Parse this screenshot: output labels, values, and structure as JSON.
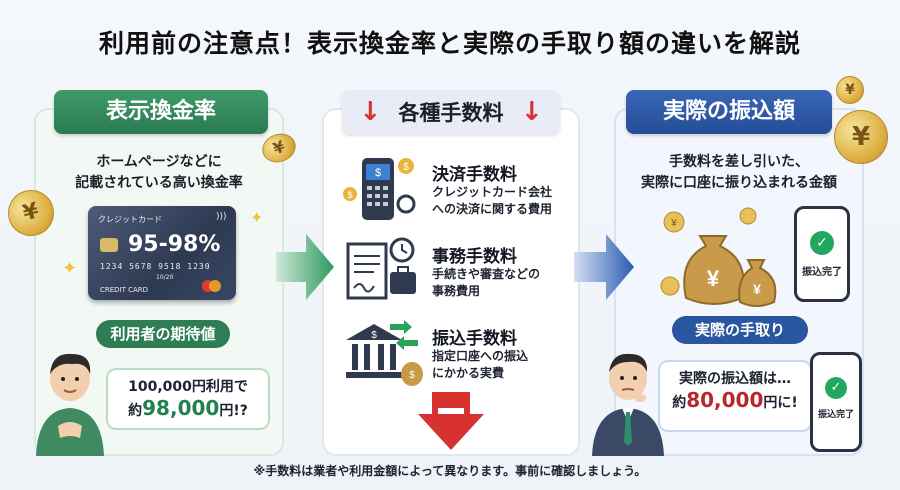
{
  "title": "利用前の注意点！表示換金率と実際の手取り額の違いを解説",
  "left": {
    "header": "表示換金率",
    "description_line1": "ホームページなどに",
    "description_line2": "記載されている高い換金率",
    "card": {
      "label": "クレジットカード",
      "rate": "95-98%",
      "number": "1234  5678  9518  1230",
      "expiry": "10/20",
      "brand_text": "CREDIT CARD"
    },
    "pill": "利用者の期待値",
    "bubble_line1": "100,000円利用で",
    "bubble_prefix": "約",
    "bubble_amount": "98,000",
    "bubble_suffix": "円!?"
  },
  "middle": {
    "header_arrow_left": "↓",
    "header": "各種手数料",
    "header_arrow_right": "↓",
    "items": [
      {
        "title": "決済手数料",
        "desc_line1": "クレジットカード会社",
        "desc_line2": "への決済に関する費用",
        "icon": "payment-terminal-icon"
      },
      {
        "title": "事務手数料",
        "desc_line1": "手続きや審査などの",
        "desc_line2": "事務費用",
        "icon": "document-clock-icon"
      },
      {
        "title": "振込手数料",
        "desc_line1": "指定口座への振込",
        "desc_line2": "にかかる実費",
        "icon": "bank-transfer-icon"
      }
    ],
    "minus_arrow": "−"
  },
  "right": {
    "header": "実際の振込額",
    "description_line1": "手数料を差し引いた、",
    "description_line2": "実際に口座に振り込まれる金額",
    "phone_label": "振込完了",
    "pill": "実際の手取り",
    "bubble_line1": "実際の振込額は…",
    "bubble_prefix": "約",
    "bubble_amount": "80,000",
    "bubble_suffix": "円に!",
    "phone2_label": "振込完了"
  },
  "footnote": "※手数料は業者や利用金額によって異なります。事前に確認しましょう。",
  "coin_symbol": "¥",
  "colors": {
    "green": "#2f7d54",
    "blue": "#2a55a0",
    "red": "#d7322f"
  }
}
